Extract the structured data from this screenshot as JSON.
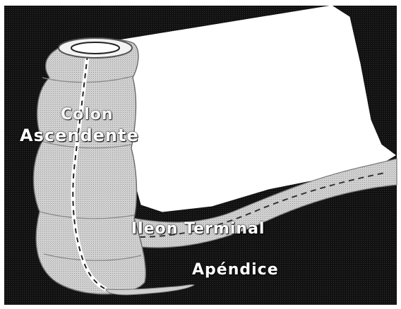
{
  "labels": {
    "colon_line1": "Colon",
    "colon_line2": "Ascendente",
    "ileon": "Ileon Terminal",
    "apendice": "Apéndice"
  },
  "colors": {
    "background": "#0a0a0a",
    "frame": "#ffffff",
    "organ_fill": "#d9d9d9",
    "organ_edge": "#8c8c8c",
    "label_text": "#ffffff"
  }
}
